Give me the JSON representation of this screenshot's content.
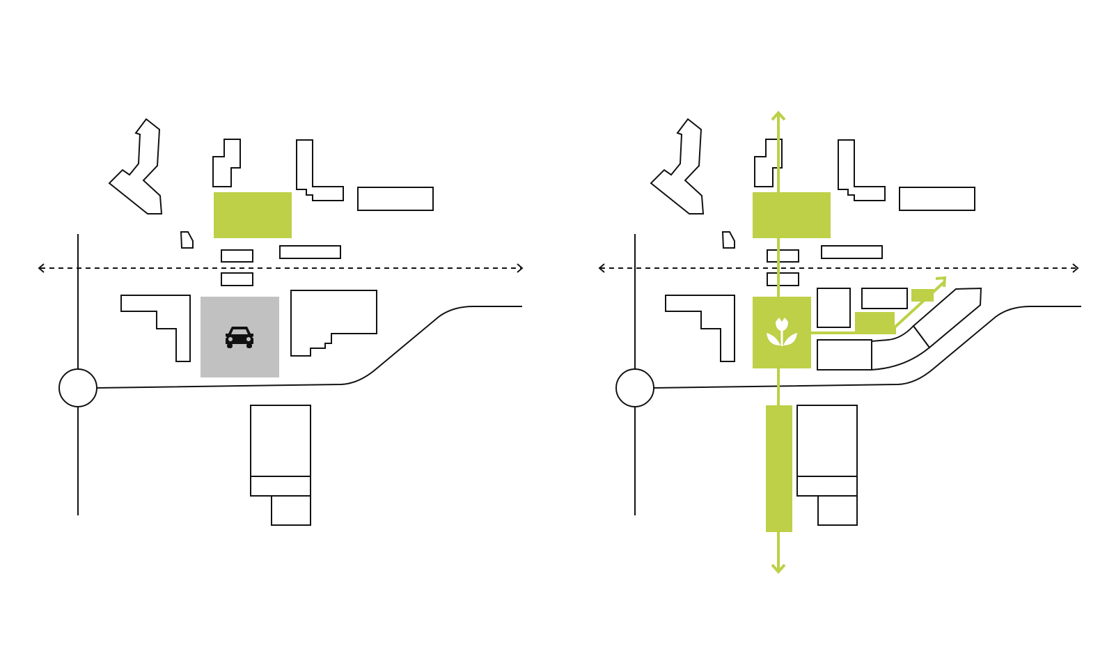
{
  "colors": {
    "green": "#bdd047",
    "gray": "#c1c1c1",
    "line": "#111111",
    "background": "#ffffff"
  },
  "panels": [
    {
      "name": "existing-site-plan",
      "icon": "car-icon",
      "central_block": "parking-lot"
    },
    {
      "name": "proposed-site-plan",
      "icon": "tulip-icon",
      "central_block": "green-square"
    }
  ]
}
